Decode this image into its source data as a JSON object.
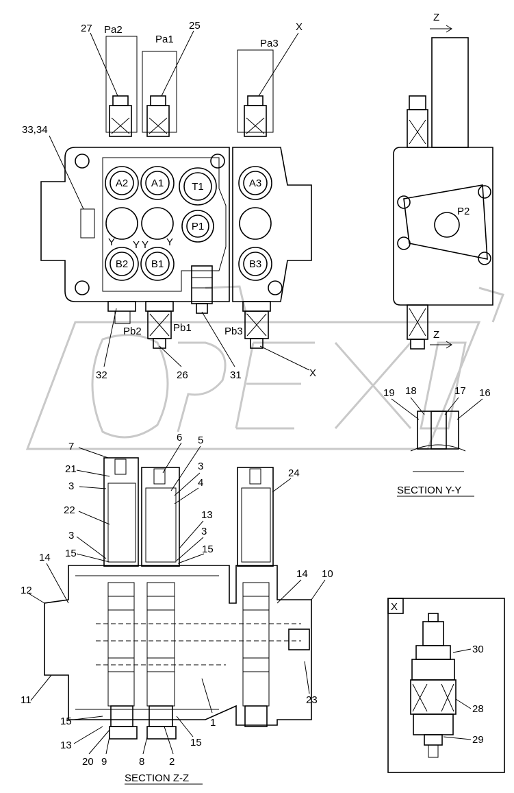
{
  "watermark": "OPEX",
  "top_view": {
    "labels": {
      "27": "27",
      "pa2": "Pa2",
      "pa1": "Pa1",
      "25": "25",
      "pa3": "Pa3",
      "x_top": "X",
      "z_top": "Z",
      "z_bottom": "Z",
      "33_34": "33,34",
      "pb2": "Pb2",
      "pb1": "Pb1",
      "pb3": "Pb3",
      "32": "32",
      "26": "26",
      "31": "31",
      "x_bottom": "X"
    },
    "ports": {
      "a2": "A2",
      "a1": "A1",
      "t1": "T1",
      "a3": "A3",
      "p1": "P1",
      "b2": "B2",
      "b1": "B1",
      "b3": "B3",
      "p2": "P2"
    },
    "y_marks": [
      "Y",
      "Y",
      "Y",
      "Y"
    ]
  },
  "section_yy": {
    "title": "SECTION Y-Y",
    "labels": {
      "19": "19",
      "18": "18",
      "17": "17",
      "16": "16"
    }
  },
  "section_zz": {
    "title": "SECTION Z-Z",
    "labels": {
      "7": "7",
      "6": "6",
      "5": "5",
      "21": "21",
      "3a": "3",
      "3b": "3",
      "4": "4",
      "24": "24",
      "22": "22",
      "13a": "13",
      "3c": "3",
      "3d": "3",
      "15a": "15",
      "15b": "15",
      "14a": "14",
      "14b": "14",
      "10": "10",
      "12": "12",
      "11": "11",
      "23": "23",
      "1": "1",
      "15c": "15",
      "13b": "13",
      "15d": "15",
      "20": "20",
      "9": "9",
      "8": "8",
      "2": "2"
    }
  },
  "detail_x": {
    "title": "X",
    "labels": {
      "30": "30",
      "28": "28",
      "29": "29"
    }
  }
}
